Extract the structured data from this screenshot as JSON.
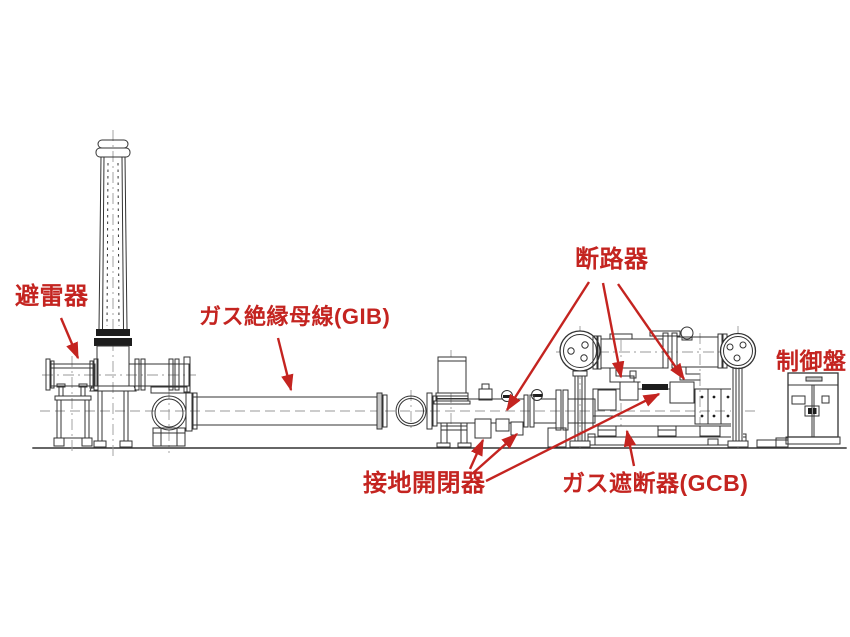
{
  "diagram": {
    "background": "#ffffff",
    "stroke_color": "#333333",
    "label_color": "#c42420",
    "labels": {
      "arrester": "避雷器",
      "gib": "ガス絶縁母線(GIB)",
      "disconnector": "断路器",
      "control_panel": "制御盤",
      "earthing_switch": "接地開閉器",
      "gcb": "ガス遮断器(GCB)"
    }
  }
}
